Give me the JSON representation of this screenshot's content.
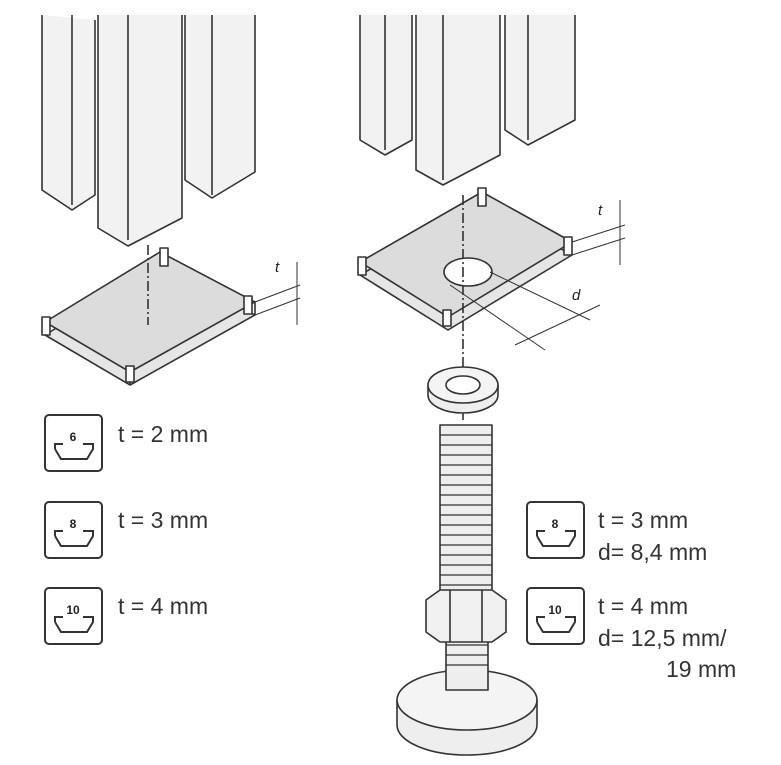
{
  "left_assembly": {
    "dimension_label": "t",
    "specs": [
      {
        "profile_size": "6",
        "t": "t = 2 mm"
      },
      {
        "profile_size": "8",
        "t": "t = 3 mm"
      },
      {
        "profile_size": "10",
        "t": "t = 4 mm"
      }
    ]
  },
  "right_assembly": {
    "dimension_labels": {
      "t": "t",
      "d": "d"
    },
    "specs": [
      {
        "profile_size": "8",
        "t": "t = 3 mm",
        "d": "d= 8,4 mm",
        "d2": ""
      },
      {
        "profile_size": "10",
        "t": "t = 4 mm",
        "d": "d= 12,5 mm/",
        "d2": "19 mm"
      }
    ]
  },
  "colors": {
    "line": "#333333",
    "fill_plate": "#dcdcdc",
    "fill_profile": "#f2f2f2"
  }
}
